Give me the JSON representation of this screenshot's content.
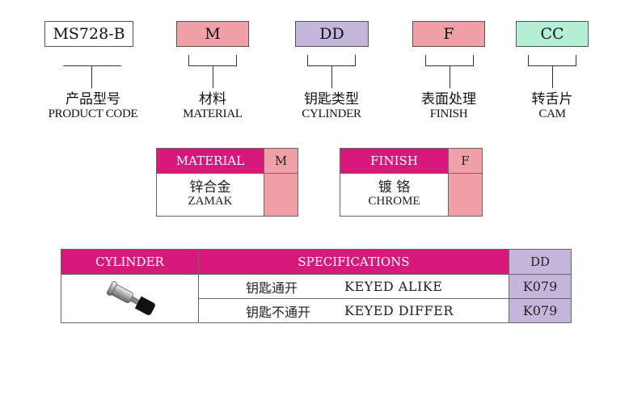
{
  "product_code": {
    "parts": [
      {
        "code": "MS728-B",
        "label_zh": "产品型号",
        "label_en": "PRODUCT CODE",
        "color": "#ffffff"
      },
      {
        "code": "M",
        "label_zh": "材料",
        "label_en": "MATERIAL",
        "color": "#f2a0a8"
      },
      {
        "code": "DD",
        "label_zh": "钥匙类型",
        "label_en": "CYLINDER",
        "color": "#c4b6da"
      },
      {
        "code": "F",
        "label_zh": "表面处理",
        "label_en": "FINISH",
        "color": "#f2a0a8"
      },
      {
        "code": "CC",
        "label_zh": "转舌片",
        "label_en": "CAM",
        "color": "#b4eed4"
      }
    ]
  },
  "material_table": {
    "header": "MATERIAL",
    "code": "M",
    "value_zh": "锌合金",
    "value_en": "ZAMAK"
  },
  "finish_table": {
    "header": "FINISH",
    "code": "F",
    "value_zh": "镀 铬",
    "value_en": "CHROME"
  },
  "cylinder_table": {
    "headers": {
      "cylinder": "CYLINDER",
      "specifications": "SPECIFICATIONS",
      "code": "DD"
    },
    "rows": [
      {
        "spec_zh": "钥匙通开",
        "spec_en": "KEYED ALIKE",
        "code": "K079"
      },
      {
        "spec_zh": "钥匙不通开",
        "spec_en": "KEYED DIFFER",
        "code": "K079"
      }
    ],
    "image_icon": "key-cylinder-icon"
  },
  "colors": {
    "magenta": "#d6197a",
    "pink": "#f2a0a8",
    "lavender": "#c4b6da",
    "mint": "#b4eed4"
  }
}
